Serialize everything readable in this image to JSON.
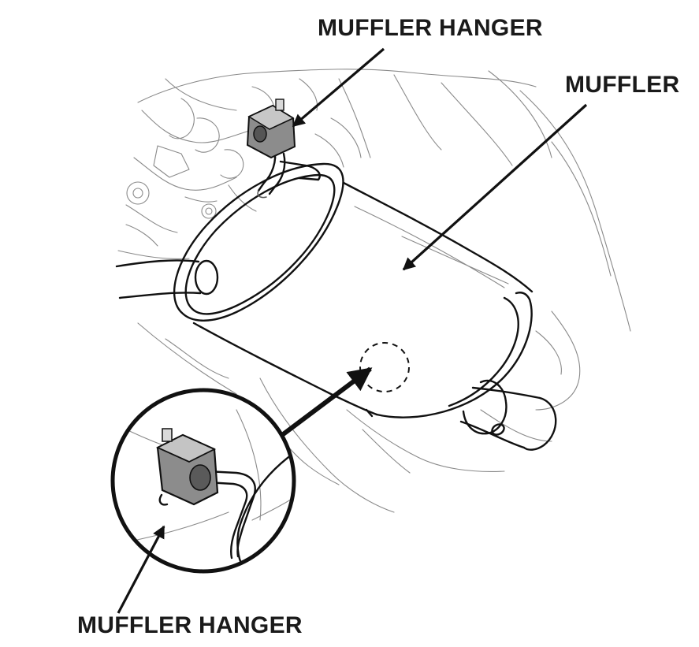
{
  "labels": {
    "hanger_top": "MUFFLER HANGER",
    "muffler": "MUFFLER",
    "hanger_bottom": "MUFFLER HANGER"
  },
  "colors": {
    "line": "#111111",
    "background_line": "#8a8a8a",
    "rubber_fill": "#8c8c8c",
    "text": "#1a1a1a"
  }
}
